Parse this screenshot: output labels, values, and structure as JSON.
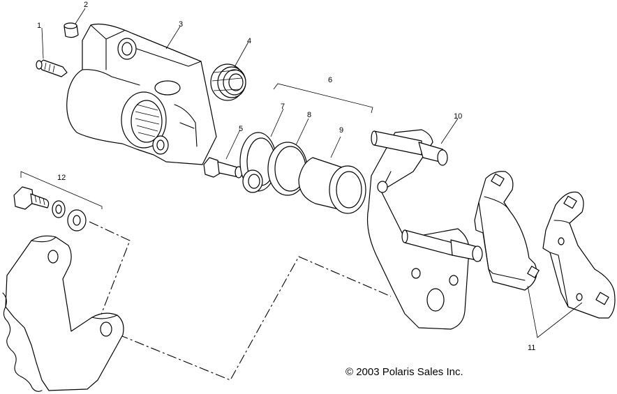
{
  "callouts": {
    "c1": "1",
    "c2": "2",
    "c3": "3",
    "c4": "4",
    "c5": "5",
    "c6": "6",
    "c7": "7",
    "c8": "8",
    "c9": "9",
    "c10": "10",
    "c11": "11",
    "c12": "12"
  },
  "copyright": "© 2003 Polaris Sales Inc."
}
